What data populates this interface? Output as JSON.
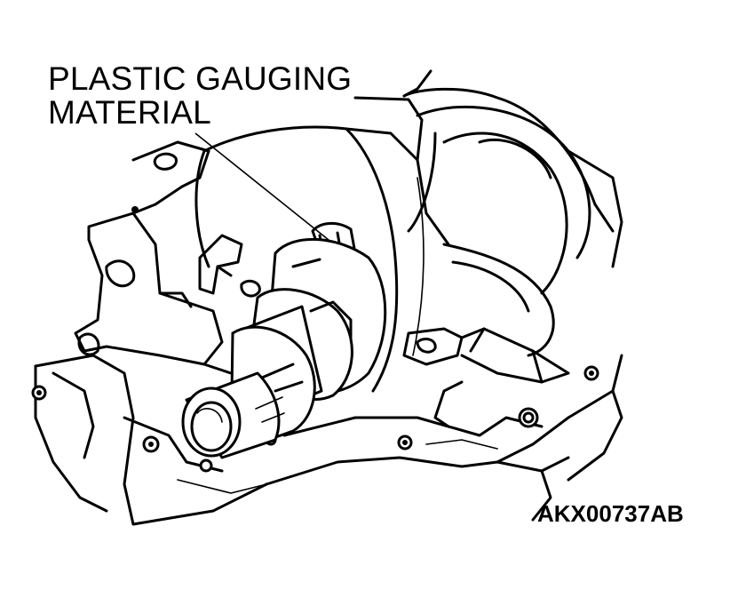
{
  "labels": {
    "callout_line1": "PLASTIC GAUGING",
    "callout_line2": "MATERIAL",
    "figure_id": "AKX00737AB"
  }
}
